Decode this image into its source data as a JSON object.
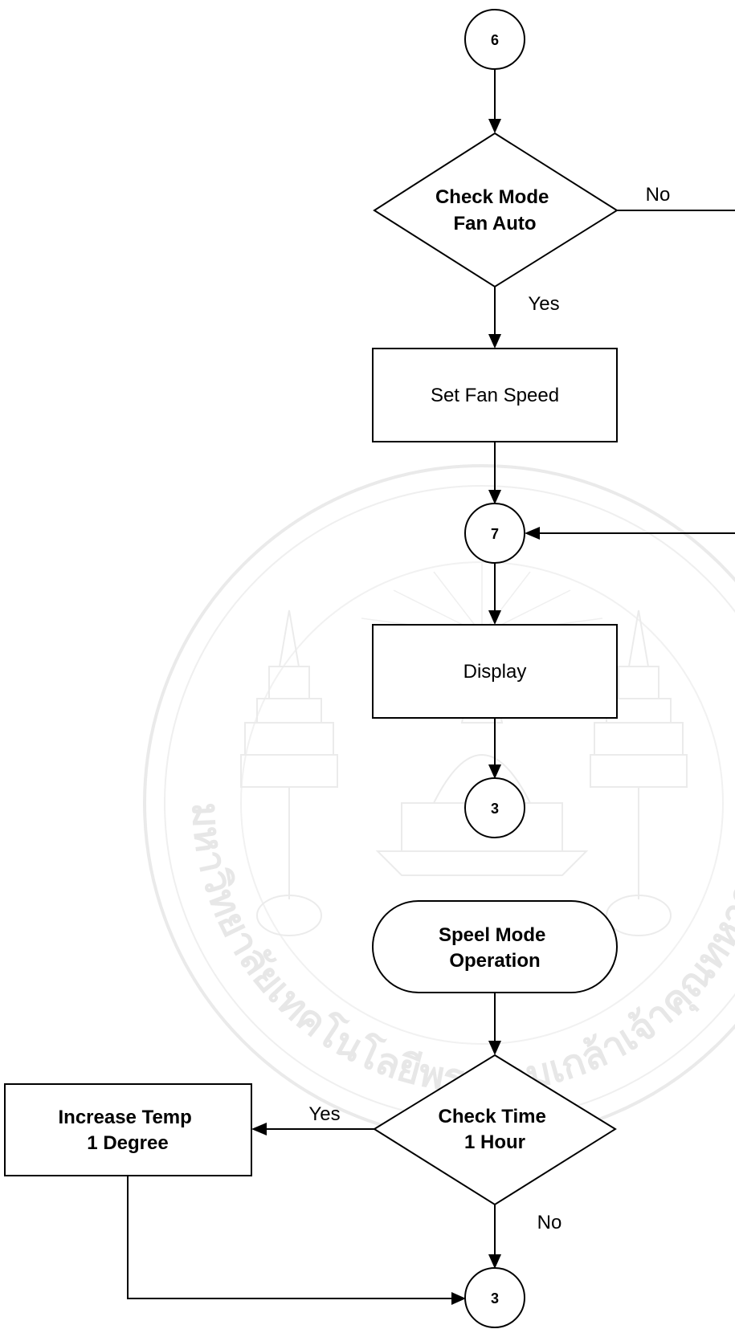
{
  "connectors": {
    "c6": "6",
    "c7": "7",
    "c3_top": "3",
    "c3_bottom": "3"
  },
  "decisions": {
    "check_mode": [
      "Check Mode",
      "Fan Auto"
    ],
    "check_time": [
      "Check Time",
      "1 Hour"
    ]
  },
  "processes": {
    "set_fan_speed": "Set Fan Speed",
    "display": "Display",
    "increase_temp": [
      "Increase Temp",
      "1 Degree"
    ]
  },
  "terminals": {
    "speel_mode": [
      "Speel Mode",
      "Operation"
    ]
  },
  "branch_labels": {
    "mode_no": "No",
    "mode_yes": "Yes",
    "time_yes": "Yes",
    "time_no": "No"
  },
  "colors": {
    "stroke": "#000000",
    "fill": "#ffffff",
    "watermark": "#d9d9d9"
  },
  "watermark": {
    "type": "seal",
    "text": "มหาวิทยาลัยเทคโนโลยีพระจอมเกล้าเจ้าคุณทหารลาดกระบัง"
  }
}
